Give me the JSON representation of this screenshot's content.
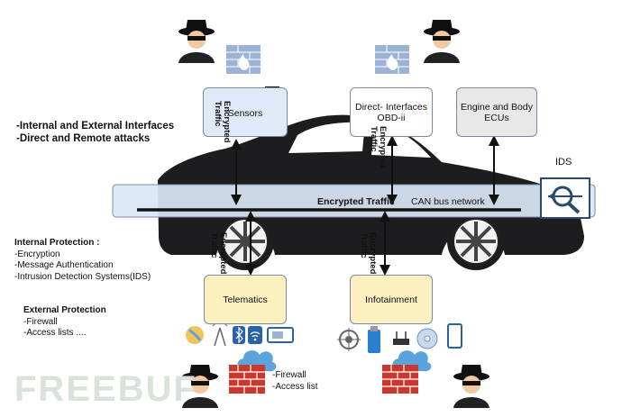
{
  "headline": {
    "line1": "-Internal and External Interfaces",
    "line2": "-Direct and Remote attacks"
  },
  "boxes": {
    "sensors": "Sensors",
    "direct_line1": "Direct- Interfaces",
    "direct_line2": "OBD-ii",
    "engine_line1": "Engine and Body",
    "engine_line2": "ECUs",
    "telematics": "Telematics",
    "infotainment": "Infotainment"
  },
  "bus": {
    "encrypted_traffic": "Encrypted Traffic",
    "can_bus": "CAN bus network",
    "ids": "IDS"
  },
  "arrow_labels": {
    "encrypted_line1": "Encrypted",
    "encrypted_line2": "Traffic"
  },
  "internal_protection": {
    "title": "Internal Protection :",
    "items": [
      "-Encryption",
      "-Message Authentication",
      "-Intrusion Detection Systems(IDS)"
    ]
  },
  "external_protection": {
    "title": "External Protection",
    "items": [
      "-Firewall",
      "-Access lists ...."
    ]
  },
  "bottom_note": {
    "line1": "-Firewall",
    "line2": "-Access list"
  },
  "watermark": "FREEBUF",
  "icons": [
    "hacker-icon",
    "firewall-icon",
    "cloud-firewall-icon",
    "wifi-icon",
    "bluetooth-icon",
    "usb-icon",
    "cd-icon",
    "phone-icon",
    "gps-icon"
  ],
  "colors": {
    "bus_fill": "#dbe7f7",
    "box_blue": "#dfe9f7",
    "box_yellow": "#fdf0c0",
    "box_grey": "#e8e8e8",
    "brick_red": "#c8382c"
  }
}
